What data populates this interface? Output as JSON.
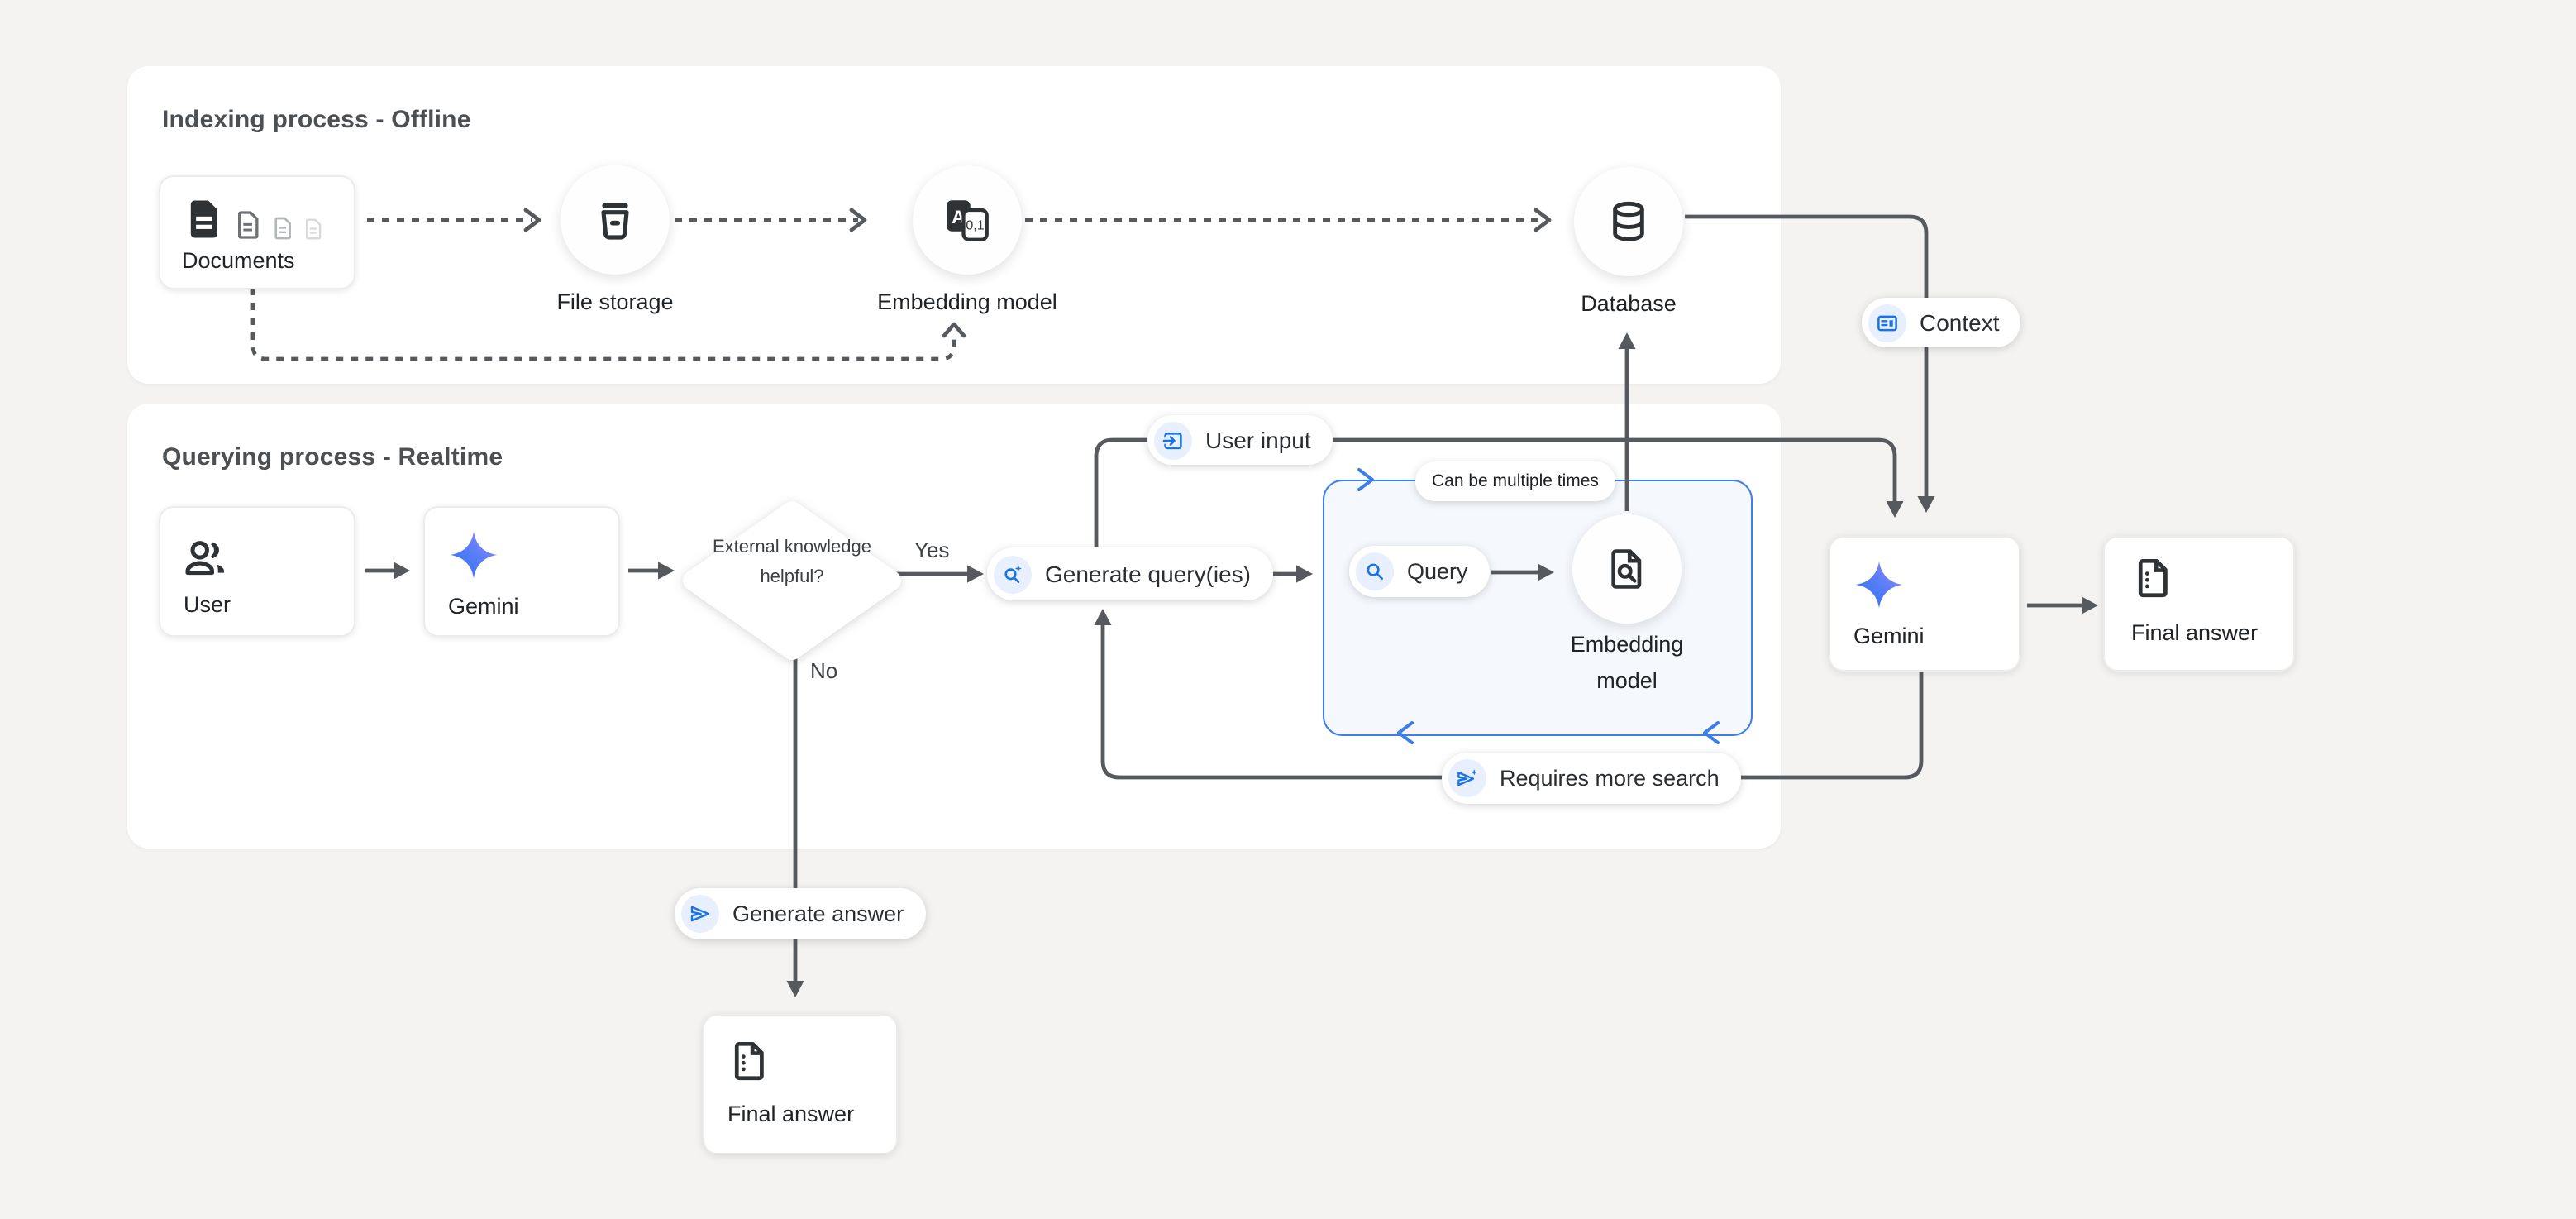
{
  "titles": {
    "indexing": "Indexing process - Offline",
    "querying": "Querying process - Realtime"
  },
  "nodes": {
    "documents": {
      "label": "Documents"
    },
    "file_storage": {
      "label": "File storage"
    },
    "embedding_top": {
      "label": "Embedding model"
    },
    "database": {
      "label": "Database"
    },
    "user": {
      "label": "User"
    },
    "gemini_left": {
      "label": "Gemini"
    },
    "decision": {
      "label": "External knowledge helpful?"
    },
    "embedding_query": {
      "label": "Embedding model"
    },
    "gemini_right": {
      "label": "Gemini"
    },
    "final_answer_right": {
      "label": "Final answer"
    },
    "final_answer_bottom": {
      "label": "Final answer"
    }
  },
  "badges": {
    "user_input": "User input",
    "context": "Context",
    "can_be_multiple_times": "Can be multiple times",
    "generate_queries": "Generate query(ies)",
    "query": "Query",
    "requires_more_search": "Requires more search",
    "generate_answer": "Generate answer"
  },
  "edge_labels": {
    "yes": "Yes",
    "no": "No"
  },
  "icon_text": {
    "translate_a": "A",
    "translate_digits": "0,1"
  },
  "colors": {
    "accent_blue": "#1a73e8",
    "box_border_blue": "#3d7fe8",
    "box_fill_blue": "#f5f9fd",
    "line_gray": "#56595e",
    "chip_blue_bg": "#e8f0fe",
    "panel_bg": "#ffffff",
    "page_bg": "#f4f3f1"
  }
}
